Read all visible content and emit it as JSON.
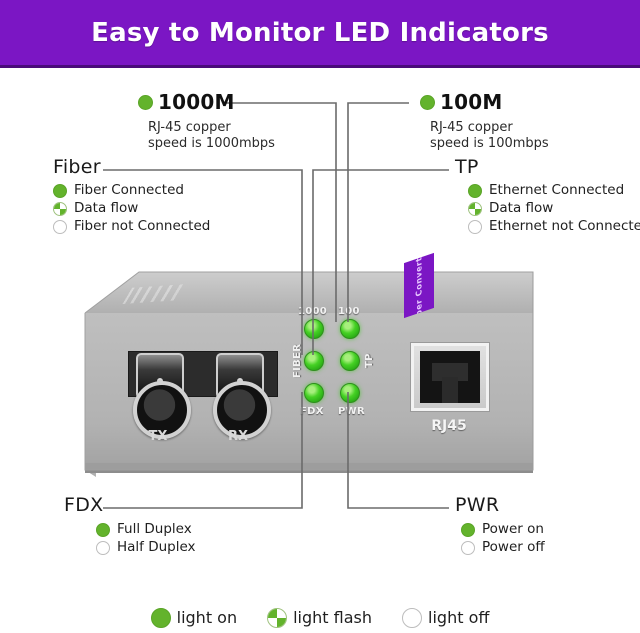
{
  "header": {
    "title": "Easy to Monitor LED Indicators"
  },
  "callouts": {
    "speed_1000": {
      "title": "1000M",
      "line1": "RJ-45 copper",
      "line2": "speed is 1000mbps",
      "indicator": "on"
    },
    "speed_100": {
      "title": "100M",
      "line1": "RJ-45 copper",
      "line2": "speed is 100mbps",
      "indicator": "on"
    },
    "fiber": {
      "title": "Fiber",
      "states": [
        {
          "icon": "led-on-icon",
          "state": "on",
          "label": "Fiber Connected"
        },
        {
          "icon": "led-flash-icon",
          "state": "flash",
          "label": "Data flow"
        },
        {
          "icon": "led-off-icon",
          "state": "off",
          "label": "Fiber not Connected"
        }
      ]
    },
    "tp": {
      "title": "TP",
      "states": [
        {
          "icon": "led-on-icon",
          "state": "on",
          "label": "Ethernet Connected"
        },
        {
          "icon": "led-flash-icon",
          "state": "flash",
          "label": "Data flow"
        },
        {
          "icon": "led-off-icon",
          "state": "off",
          "label": "Ethernet not Connected"
        }
      ]
    },
    "fdx": {
      "title": "FDX",
      "states": [
        {
          "icon": "led-on-icon",
          "state": "on",
          "label": "Full Duplex"
        },
        {
          "icon": "led-off-icon",
          "state": "off",
          "label": "Half Duplex"
        }
      ]
    },
    "pwr": {
      "title": "PWR",
      "states": [
        {
          "icon": "led-on-icon",
          "state": "on",
          "label": "Power on"
        },
        {
          "icon": "led-off-icon",
          "state": "off",
          "label": "Power off"
        }
      ]
    }
  },
  "device": {
    "sticker_text": "Fiber Converter",
    "port_labels": {
      "tx": "TX",
      "rx": "RX",
      "rj45": "RJ45"
    },
    "led_caps": {
      "speed_1000": "1000",
      "speed_100": "100",
      "fiber": "FIBER",
      "tp": "TP",
      "fdx": "FDX",
      "pwr": "PWR"
    }
  },
  "legend": [
    {
      "icon": "led-on-icon",
      "state": "on",
      "label": "light on"
    },
    {
      "icon": "led-flash-icon",
      "state": "flash",
      "label": "light flash"
    },
    {
      "icon": "led-off-icon",
      "state": "off",
      "label": "light off"
    }
  ],
  "colors": {
    "brand_purple": "#7b16c4",
    "led_green": "#63b32c",
    "device_gray": "#b4b4b4",
    "leader_line": "#6b6b6b"
  }
}
